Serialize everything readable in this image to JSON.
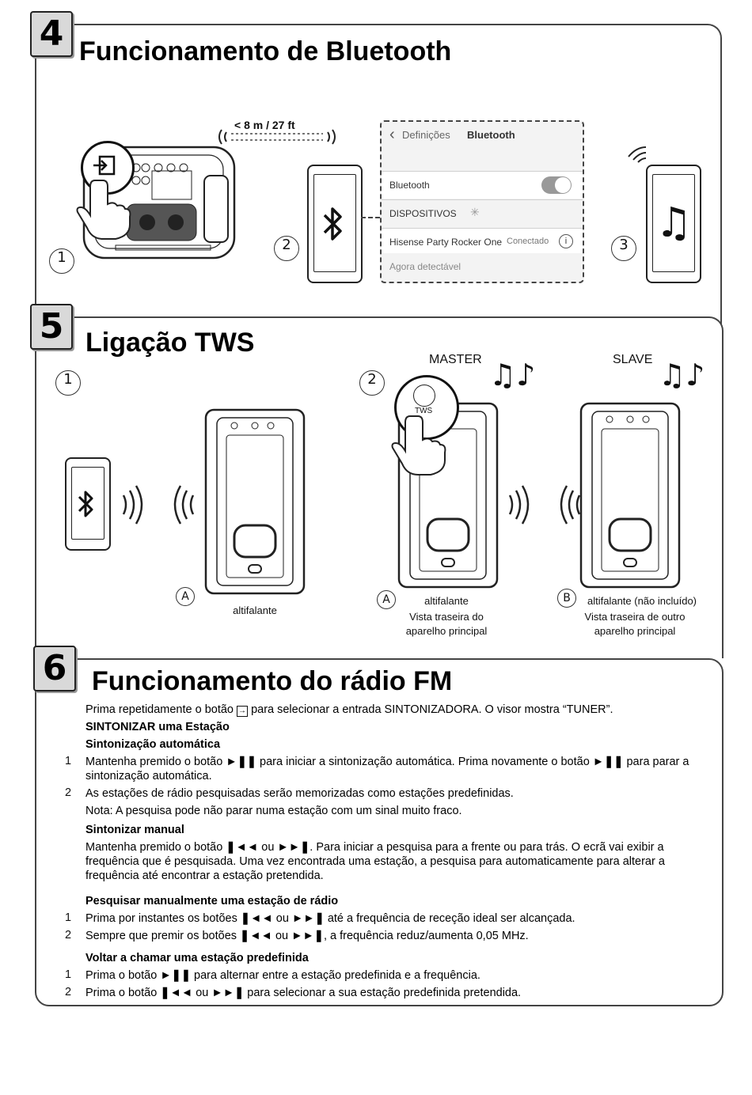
{
  "section4": {
    "number": "4",
    "title": "Funcionamento de Bluetooth",
    "steps": [
      "1",
      "2",
      "3"
    ],
    "distance": "< 8 m /  27  ft",
    "settings": {
      "back_label": "Definições",
      "header": "Bluetooth",
      "bluetooth_label": "Bluetooth",
      "devices_label": "DISPOSITIVOS",
      "device_name": "Hisense Party Rocker One",
      "device_status": "Conectado",
      "discoverable": "Agora detectável"
    }
  },
  "section5": {
    "number": "5",
    "title": "Ligação TWS",
    "steps": [
      "1",
      "2"
    ],
    "master": "MASTER",
    "slave": "SLAVE",
    "tws_label": "TWS",
    "marker_a": "A",
    "marker_b": "B",
    "cap_a1": "altifalante",
    "cap_a2": "altifalante",
    "cap_a2_sub1": "Vista traseira do",
    "cap_a2_sub2": "aparelho principal",
    "cap_b": "altifalante (não incluído)",
    "cap_b_sub1": "Vista traseira de outro",
    "cap_b_sub2": "aparelho principal"
  },
  "section6": {
    "number": "6",
    "title": "Funcionamento do rádio FM",
    "intro_a": "Prima repetidamente o botão",
    "intro_b": "para selecionar a entrada SINTONIZADORA. O visor mostra “TUNER”.",
    "h_tune": "SINTONIZAR uma Estação",
    "h_auto": "Sintonização automática",
    "auto1_n": "1",
    "auto1_a": "Mantenha premido o botão",
    "auto1_b": "para iniciar a sintonização automática. Prima novamente o botão",
    "auto1_c": "para parar a",
    "auto1_d": "sintonização automática.",
    "auto2_n": "2",
    "auto2": "As estações de rádio pesquisadas serão memorizadas como estações predefinidas.",
    "note": "Nota: A pesquisa pode não parar numa estação com um sinal muito fraco.",
    "h_manual": "Sintonizar manual",
    "manual_a": "Mantenha premido o botão",
    "manual_or": "ou",
    "manual_b": ". Para iniciar a pesquisa para a frente ou para trás. O ecrã vai exibir a",
    "manual_c": "frequência que é pesquisada. Uma vez encontrada uma estação, a pesquisa para automaticamente para alterar a",
    "manual_d": "frequência até encontrar a estação pretendida.",
    "h_search": "Pesquisar manualmente uma estação de rádio",
    "s1_n": "1",
    "s1_a": "Prima por instantes os botões",
    "s1_or": "ou",
    "s1_b": "até a frequência de receção ideal ser alcançada.",
    "s2_n": "2",
    "s2_a": "Sempre que premir os botões",
    "s2_or": "ou",
    "s2_b": ", a frequência reduz/aumenta 0,05 MHz.",
    "h_recall": "Voltar a chamar uma estação predefinida",
    "r1_n": "1",
    "r1_a": "Prima o botão",
    "r1_b": "para alternar entre a estação predefinida e a frequência.",
    "r2_n": "2",
    "r2_a": "Prima o botão",
    "r2_or": "ou",
    "r2_b": "para selecionar a sua estação predefinida pretendida."
  },
  "icons": {
    "input": "input-source-icon",
    "play_pause": "play-pause-icon",
    "prev": "previous-icon",
    "next": "next-icon",
    "bluetooth": "bluetooth-icon",
    "music": "music-note-icon",
    "waves": "signal-waves-icon"
  }
}
